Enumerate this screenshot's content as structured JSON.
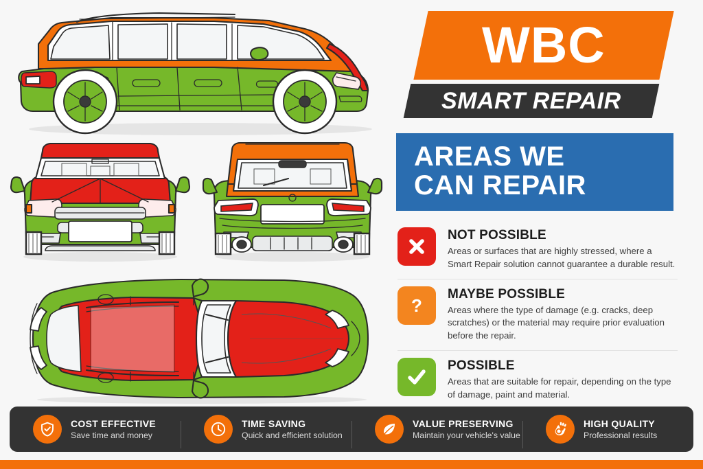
{
  "logo": {
    "brand": "WBC",
    "tagline": "SMART REPAIR",
    "orange": "#f3700a",
    "dark": "#333333"
  },
  "heading": {
    "line1": "AREAS WE",
    "line2": "CAN REPAIR",
    "background": "#2a6db0"
  },
  "legend": {
    "items": [
      {
        "icon": "cross-icon",
        "color": "#e32119",
        "title": "NOT POSSIBLE",
        "description": "Areas or surfaces that are highly stressed, where a Smart Repair solution cannot guarantee a durable result."
      },
      {
        "icon": "question-mark-icon",
        "color": "#f3851f",
        "title": "MAYBE POSSIBLE",
        "description": "Areas where the type of damage (e.g. cracks, deep scratches) or the material may require prior evaluation before the repair."
      },
      {
        "icon": "checkmark-icon",
        "color": "#76b82a",
        "title": "POSSIBLE",
        "description": "Areas that are suitable for repair, depending on the type of damage, paint and material."
      }
    ]
  },
  "benefits": {
    "background": "#333333",
    "icon_color": "#f3700a",
    "items": [
      {
        "icon": "shield-check-icon",
        "title": "COST EFFECTIVE",
        "subtitle": "Save time and money"
      },
      {
        "icon": "clock-icon",
        "title": "TIME SAVING",
        "subtitle": "Quick and efficient solution"
      },
      {
        "icon": "leaf-icon",
        "title": "VALUE PRESERVING",
        "subtitle": "Maintain your vehicle's value"
      },
      {
        "icon": "ok-hand-icon",
        "title": "HIGH QUALITY",
        "subtitle": "Professional results"
      }
    ]
  },
  "car_diagram": {
    "views": [
      {
        "name": "side-view",
        "possible_color": "#76b82a",
        "maybe_color": "#f3700a",
        "not_possible_color": "#e32119"
      },
      {
        "name": "front-view",
        "possible_color": "#76b82a",
        "not_possible_color": "#e32119"
      },
      {
        "name": "rear-view",
        "possible_color": "#76b82a",
        "maybe_color": "#f3700a"
      },
      {
        "name": "top-view",
        "possible_color": "#76b82a",
        "not_possible_color": "#e32119"
      }
    ]
  },
  "footer_strip_color": "#f3700a"
}
